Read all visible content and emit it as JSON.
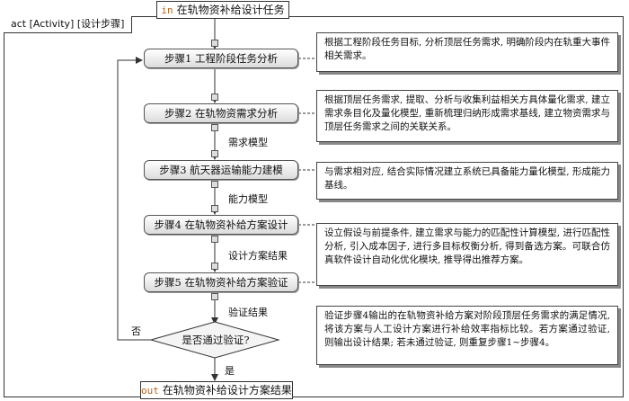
{
  "frame": {
    "title": "act [Activity] [设计步骤]"
  },
  "input": {
    "keyword": "in",
    "label": "在轨物资补给设计任务"
  },
  "output": {
    "keyword": "out",
    "label": "在轨物资补给设计方案结果"
  },
  "steps": [
    {
      "label": "步骤1 工程阶段任务分析"
    },
    {
      "label": "步骤2 在轨物资需求分析"
    },
    {
      "label": "步骤3 航天器运输能力建模"
    },
    {
      "label": "步骤4 在轨物资补给方案设计"
    },
    {
      "label": "步骤5 在轨物资补给方案验证"
    }
  ],
  "flows": [
    {
      "label": "需求模型"
    },
    {
      "label": "能力模型"
    },
    {
      "label": "设计方案结果"
    },
    {
      "label": "验证结果"
    }
  ],
  "decision": {
    "label": "是否通过验证?",
    "yes": "是",
    "no": "否"
  },
  "descriptions": [
    {
      "text": "根据工程阶段任务目标, 分析顶层任务需求, 明确阶段内在轨重大事件相关需求。"
    },
    {
      "text": "根据顶层任务需求, 提取、分析与收集利益相关方具体量化需求, 建立需求条目化及量化模型, 重新梳理归纳形成需求基线, 建立物资需求与顶层任务需求之间的关联关系。"
    },
    {
      "text": "与需求相对应, 结合实际情况建立系统已具备能力量化模型, 形成能力基线。"
    },
    {
      "text": "设立假设与前提条件, 建立需求与能力的匹配性计算模型, 进行匹配性分析, 引入成本因子, 进行多目标权衡分析, 得到备选方案。可联合仿真软件设计自动化优化模块, 推导得出推荐方案。"
    },
    {
      "text": "验证步骤4输出的在轨物资补给方案对阶段顶层任务需求的满足情况, 将该方案与人工设计方案进行补给效率指标比较。若方案通过验证, 则输出设计结果; 若未通过验证, 则重复步骤1~步骤4。"
    }
  ]
}
